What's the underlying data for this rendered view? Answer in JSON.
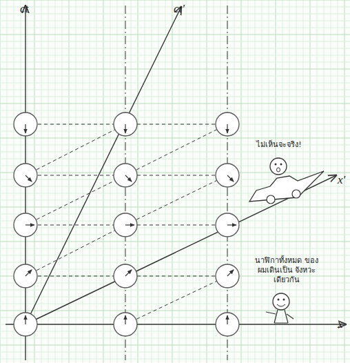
{
  "diagram": {
    "labels": [
      "ct",
      "ct'",
      "x'",
      "x",
      "ไม่เห็นจะจริง!",
      "นาฬิกาทั้งหมด ของผมเดินเป็น จังหวะเดียวกัน"
    ]
  }
}
